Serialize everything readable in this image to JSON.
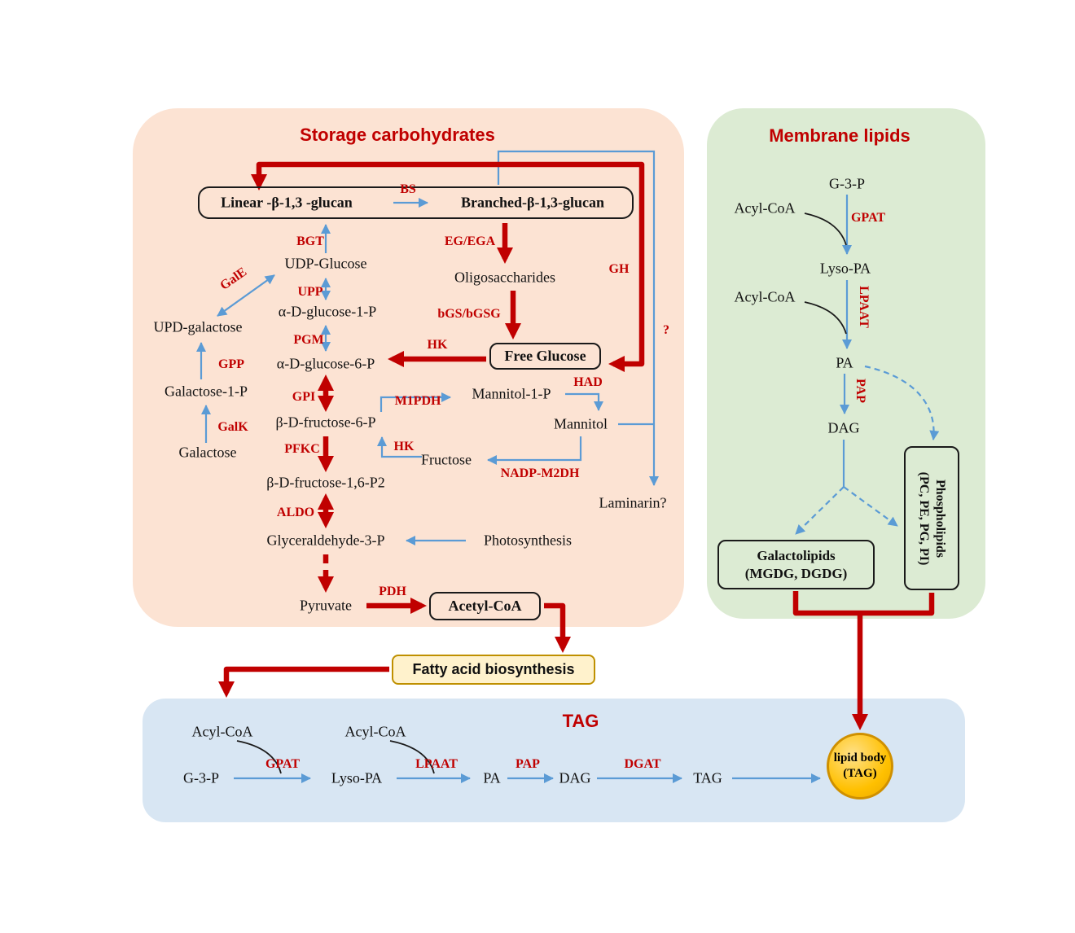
{
  "colors": {
    "accent_red": "#c00000",
    "arrow_blue": "#5b9bd5",
    "storage_panel_bg": "#fce3d3",
    "membrane_panel_bg": "#dcebd3",
    "tag_panel_bg": "#d8e6f3",
    "fatty_box_bg": "#fff2cc",
    "fatty_box_border": "#bf9000",
    "lipid_body_fill": "#ffc000"
  },
  "storage": {
    "title": "Storage carbohydrates",
    "linear_glucan": "Linear -β-1,3 -glucan",
    "bs": "BS",
    "branched_glucan": "Branched-β-1,3-glucan",
    "bgt": "BGT",
    "eg_ega": "EG/EGA",
    "gh": "GH",
    "question_mark": "?",
    "udp_glucose": "UDP-Glucose",
    "oligosaccharides": "Oligosaccharides",
    "upp": "UPP",
    "glucose_1p": "α-D-glucose-1-P",
    "bgs_bgsg": "bGS/bGSG",
    "pgm": "PGM",
    "hk_glucose": "HK",
    "free_glucose": "Free Glucose",
    "glucose_6p": "α-D-glucose-6-P",
    "gale": "GalE",
    "upd_galactose": "UPD-galactose",
    "gpp": "GPP",
    "galactose_1p": "Galactose-1-P",
    "galk": "GalK",
    "galactose": "Galactose",
    "gpi": "GPI",
    "m1pdh": "M1PDH",
    "mannitol_1p": "Mannitol-1-P",
    "had": "HAD",
    "mannitol": "Mannitol",
    "fructose_6p": "β-D-fructose-6-P",
    "pfkc": "PFKC",
    "hk_fructose": "HK",
    "fructose": "Fructose",
    "nadp_m2dh": "NADP-M2DH",
    "fructose_16p2": "β-D-fructose-1,6-P2",
    "aldo": "ALDO",
    "glyceraldehyde_3p": "Glyceraldehyde-3-P",
    "photosynthesis": "Photosynthesis",
    "laminarin": "Laminarin?",
    "pyruvate": "Pyruvate",
    "pdh": "PDH",
    "acetyl_coa": "Acetyl-CoA"
  },
  "fatty_acid": {
    "label": "Fatty acid biosynthesis"
  },
  "membrane": {
    "title": "Membrane lipids",
    "g3p": "G-3-P",
    "acyl_coa_1": "Acyl-CoA",
    "gpat": "GPAT",
    "lyso_pa": "Lyso-PA",
    "acyl_coa_2": "Acyl-CoA",
    "lpaat": "LPAAT",
    "pa": "PA",
    "pap": "PAP",
    "dag": "DAG",
    "galactolipids_title": "Galactolipids",
    "galactolipids_sub": "(MGDG, DGDG)",
    "phospholipids_title": "Phospholipids",
    "phospholipids_sub": "(PC, PE, PG, PI)"
  },
  "tag": {
    "title": "TAG",
    "acyl_coa_1": "Acyl-CoA",
    "acyl_coa_2": "Acyl-CoA",
    "g3p": "G-3-P",
    "gpat": "GPAT",
    "lyso_pa": "Lyso-PA",
    "lpaat": "LPAAT",
    "pa": "PA",
    "pap": "PAP",
    "dag": "DAG",
    "dgat": "DGAT",
    "tag": "TAG",
    "lipid_body_line1": "lipid body",
    "lipid_body_line2": "(TAG)"
  }
}
